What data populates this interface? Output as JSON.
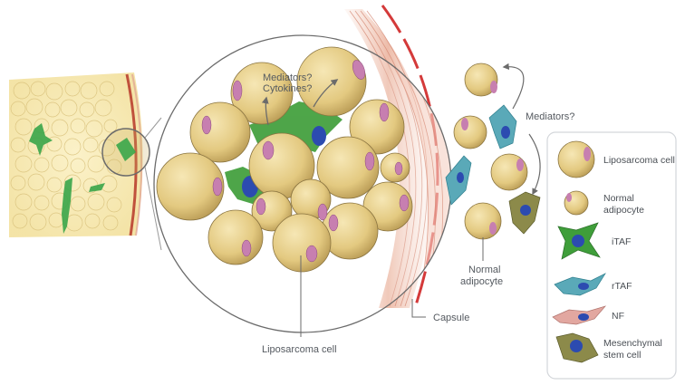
{
  "labels": {
    "mediators_cytokines_line1": "Mediators?",
    "mediators_cytokines_line2": "Cytokines?",
    "mediators_right": "Mediators?",
    "normal_adipocyte_line1": "Normal",
    "normal_adipocyte_line2": "adipocyte",
    "capsule": "Capsule",
    "liposarcoma_cell": "Liposarcoma cell"
  },
  "legend": {
    "items": [
      {
        "label_line1": "Liposarcoma cell",
        "label_line2": "",
        "icon": "liposarcoma-cell-icon"
      },
      {
        "label_line1": "Normal",
        "label_line2": "adipocyte",
        "icon": "normal-adipocyte-icon"
      },
      {
        "label_line1": "iTAF",
        "label_line2": "",
        "icon": "itaf-icon"
      },
      {
        "label_line1": "rTAF",
        "label_line2": "",
        "icon": "rtaf-icon"
      },
      {
        "label_line1": "NF",
        "label_line2": "",
        "icon": "nf-icon"
      },
      {
        "label_line1": "Mesenchymal",
        "label_line2": "stem cell",
        "icon": "mesenchymal-stem-cell-icon"
      }
    ]
  },
  "colors": {
    "cell_fill": "#e6cf8a",
    "cell_stroke": "#8a7440",
    "nucleus_pink": "#c77fb0",
    "nucleus_blue": "#2c4bb0",
    "itaf_green": "#3f9e3a",
    "rtaf_teal": "#5aa9b8",
    "nf_pink": "#e2a7a0",
    "capsule_red": "#d43a3a",
    "capsule_tissue": "#e8b39c",
    "callout": "#6b6b6b"
  }
}
